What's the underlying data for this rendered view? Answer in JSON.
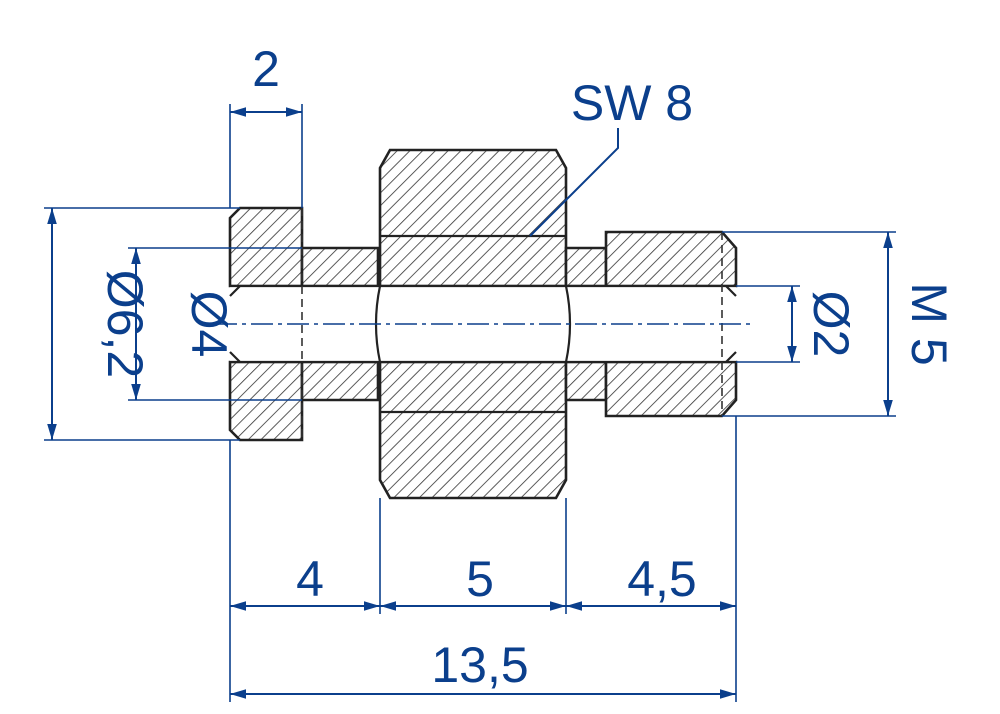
{
  "drawing": {
    "dimensions": {
      "top_width": "2",
      "wrench_size": "SW 8",
      "outer_diameter": "Ø6,2",
      "inner_diameter": "Ø4",
      "bore_diameter": "Ø2",
      "thread": "M 5",
      "segment_left": "4",
      "segment_middle": "5",
      "segment_right": "4,5",
      "overall_length": "13,5"
    },
    "colors": {
      "dimension": "#0b3f8c",
      "part_outline": "#222222"
    }
  }
}
